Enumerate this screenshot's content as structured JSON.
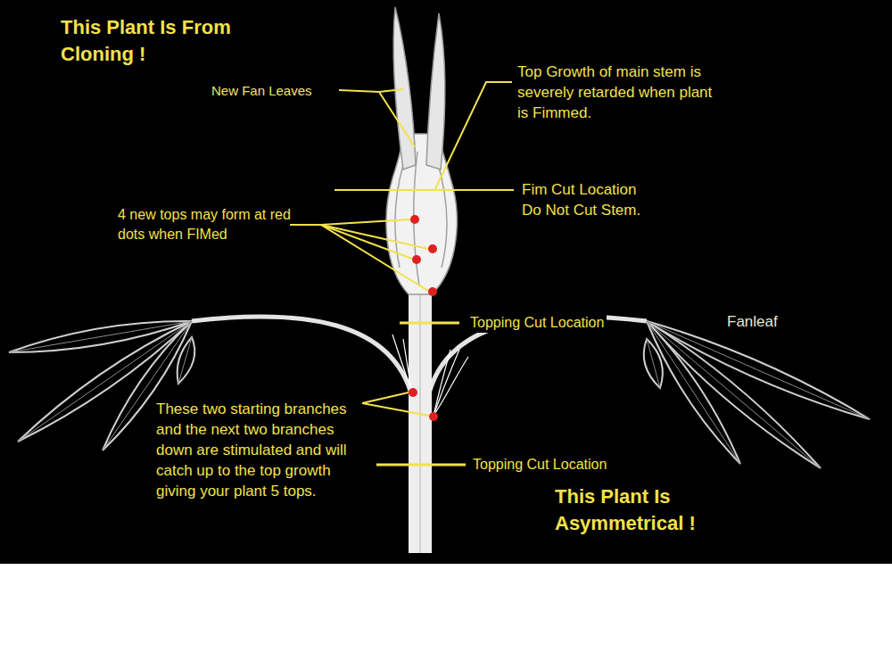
{
  "diagram": {
    "labels": [
      "This Plant Is From Cloning !",
      "New Fan Leaves",
      "Top Growth of main stem is severely retarded when plant is Fimmed.",
      "Fim Cut Location Do Not Cut Stem.",
      "4 new tops may form at red dots when FIMed",
      "Topping Cut Location",
      "Fanleaf",
      "These two starting branches and the next two branches down are stimulated and will catch up to the top growth giving your plant 5 tops.",
      "Topping Cut Location",
      "This Plant Is Asymmetrical !"
    ]
  }
}
